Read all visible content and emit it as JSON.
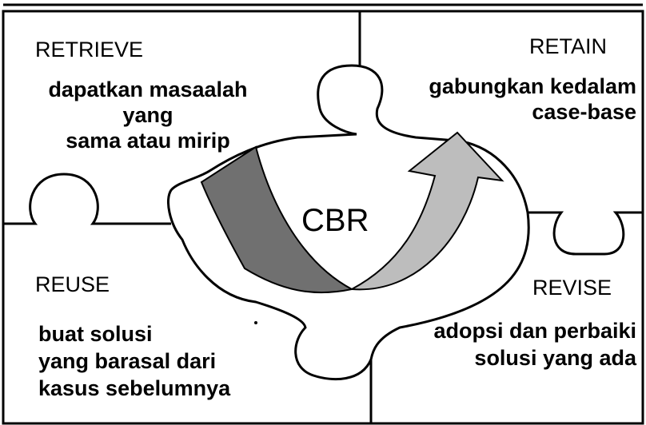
{
  "diagram": {
    "center_label": "CBR",
    "quadrants": {
      "retrieve": {
        "title": "RETRIEVE",
        "description_lines": [
          "dapatkan masaalah",
          "yang",
          "sama atau mirip"
        ]
      },
      "retain": {
        "title": "RETAIN",
        "description_lines": [
          "gabungkan kedalam",
          "case-base"
        ]
      },
      "reuse": {
        "title": "REUSE",
        "description_lines": [
          "buat solusi",
          "yang barasal dari",
          "kasus sebelumnya"
        ]
      },
      "revise": {
        "title": "REVISE",
        "description_lines": [
          "adopsi dan perbaiki",
          "solusi yang ada"
        ]
      }
    },
    "colors": {
      "line": "#000000",
      "arrow_dark": "#707070",
      "arrow_light": "#bdbdbd",
      "background": "#ffffff"
    }
  }
}
